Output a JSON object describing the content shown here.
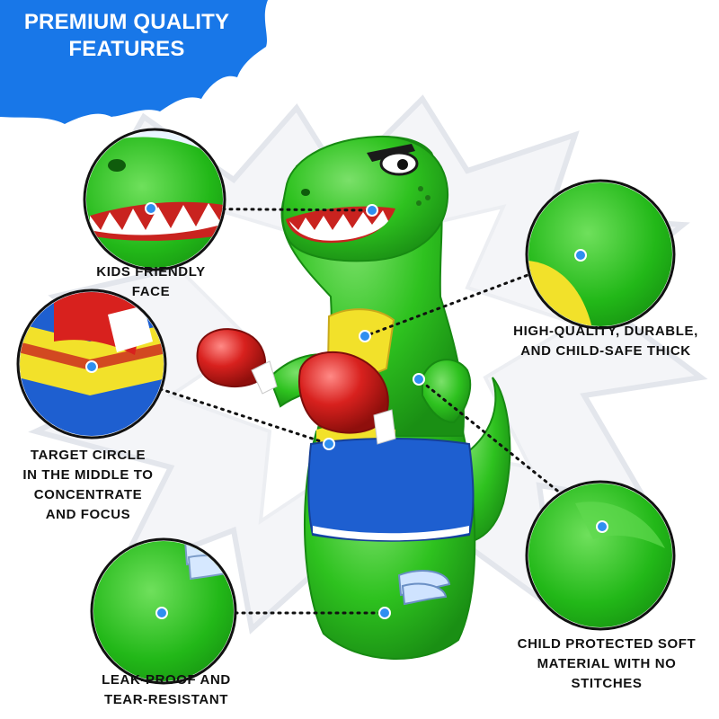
{
  "banner": {
    "title": "PREMIUM QUALITY\nFEATURES",
    "color": "#1877e8"
  },
  "features": [
    {
      "id": "face",
      "label": "KIDS FRIENDLY\nFACE"
    },
    {
      "id": "target",
      "label": "TARGET CIRCLE\nIN THE MIDDLE TO\nCONCENTRATE\nAND FOCUS"
    },
    {
      "id": "leak",
      "label": "LEAK-PROOF AND\nTEAR-RESISTANT"
    },
    {
      "id": "quality",
      "label": "HIGH-QUALITY, DURABLE,\nAND CHILD-SAFE THICK"
    },
    {
      "id": "soft",
      "label": "CHILD PROTECTED SOFT\nMATERIAL WITH NO\nSTITCHES"
    }
  ],
  "colors": {
    "dino_green": "#2ec21f",
    "shorts_blue": "#1e5fd0",
    "glove_red": "#d8211e",
    "vest_yellow": "#f2e12a",
    "marker_blue": "#2f8ff0"
  }
}
